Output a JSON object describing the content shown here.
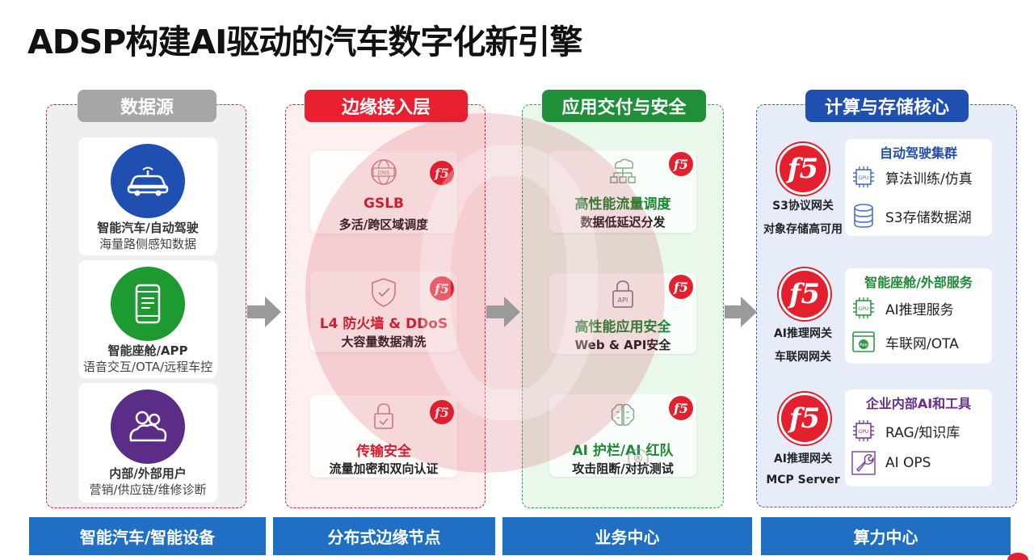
{
  "title": "ADSP构建AI驱动的汽车数字化新引擎",
  "colors": {
    "red": "#d2202f",
    "green": "#1f8f3a",
    "blue": "#1f4fb0",
    "footer": "#1f6fc4",
    "gray_head": "#a6a6a6"
  },
  "columns": {
    "data_source": {
      "header": "数据源",
      "items": [
        {
          "icon": "car-wifi-icon",
          "title": "智能汽车/自动驾驶",
          "subtitle": "海量路侧感知数据"
        },
        {
          "icon": "phone-icon",
          "title": "智能座舱/APP",
          "subtitle": "语音交互/OTA/远程车控"
        },
        {
          "icon": "users-cloud-icon",
          "title": "内部/外部用户",
          "subtitle": "营销/供应链/维修诊断"
        }
      ]
    },
    "edge": {
      "header": "边缘接入层",
      "items": [
        {
          "icon": "dns-globe-icon",
          "title": "GSLB",
          "subtitle": "多活/跨区域调度",
          "badge": "f5"
        },
        {
          "icon": "shield-check-icon",
          "title": "L4 防火墙 & DDoS",
          "subtitle": "大容量数据清洗",
          "badge": "f5"
        },
        {
          "icon": "lock-icon",
          "title": "传输安全",
          "subtitle": "流量加密和双向认证",
          "badge": "f5"
        }
      ]
    },
    "app": {
      "header": "应用交付与安全",
      "items": [
        {
          "icon": "network-cloud-icon",
          "title": "高性能流量调度",
          "subtitle": "数据低延迟分发",
          "badge": "f5"
        },
        {
          "icon": "api-lock-icon",
          "title": "高性能应用安全",
          "subtitle": "Web & API安全",
          "badge": "f5"
        },
        {
          "icon": "ai-brain-icon",
          "title": "AI 护栏/AI 红队",
          "subtitle": "攻击阻断/对抗测试",
          "badge": "f5"
        }
      ]
    },
    "compute": {
      "header": "计算与存储核心",
      "groups": [
        {
          "logo": "f5",
          "labels": [
            "S3协议网关",
            "对象存储高可用"
          ],
          "card_title": "自动驾驶集群",
          "rows": [
            {
              "icon": "gpu-icon",
              "label": "算法训练/仿真"
            },
            {
              "icon": "database-icon",
              "label": "S3存储数据湖"
            }
          ]
        },
        {
          "logo": "f5",
          "labels": [
            "AI推理网关",
            "车联网网关"
          ],
          "card_title": "智能座舱/外部服务",
          "rows": [
            {
              "icon": "gpu-icon",
              "label": "AI推理服务"
            },
            {
              "icon": "app-window-icon",
              "label": "车联网/OTA"
            }
          ]
        },
        {
          "logo": "f5",
          "labels": [
            "AI推理网关",
            "MCP Server"
          ],
          "card_title": "企业内部AI和工具",
          "rows": [
            {
              "icon": "gpu-icon",
              "label": "RAG/知识库"
            },
            {
              "icon": "wrench-icon",
              "label": "AI OPS"
            }
          ]
        }
      ]
    }
  },
  "footer": [
    "智能汽车/智能设备",
    "分布式边缘节点",
    "业务中心",
    "算力中心"
  ],
  "watermark": {
    "logo": "f5",
    "registered": "®"
  }
}
